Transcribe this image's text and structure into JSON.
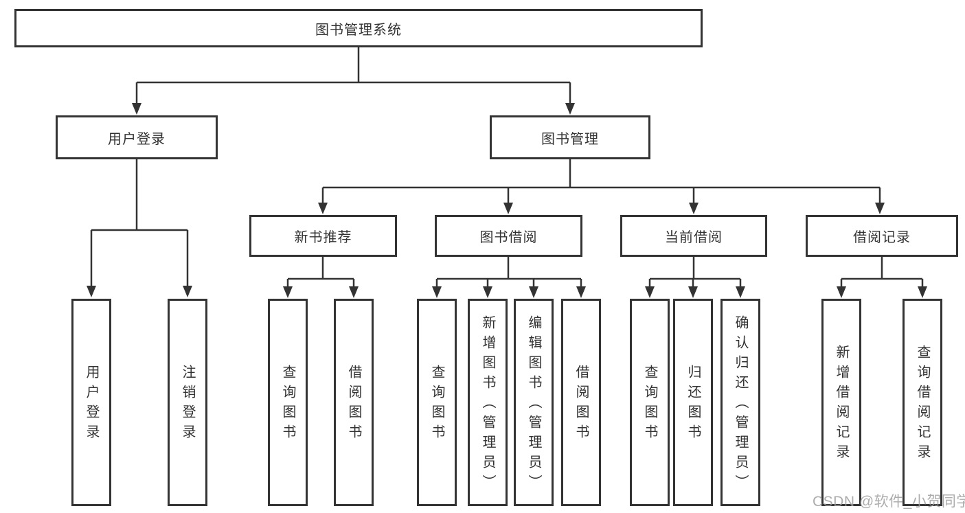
{
  "diagram": {
    "title": "图书管理系统",
    "level2": [
      {
        "label": "用户登录"
      },
      {
        "label": "图书管理"
      }
    ],
    "level3": [
      {
        "label": "新书推荐"
      },
      {
        "label": "图书借阅"
      },
      {
        "label": "当前借阅"
      },
      {
        "label": "借阅记录"
      }
    ],
    "leaves": {
      "user": [
        "用户登录",
        "注销登录"
      ],
      "recommend": [
        "查询图书",
        "借阅图书"
      ],
      "borrow": [
        "查询图书",
        "新增图书（管理员）",
        "编辑图书（管理员）",
        "借阅图书"
      ],
      "current": [
        "查询图书",
        "归还图书",
        "确认归还（管理员）"
      ],
      "records": [
        "新增借阅记录",
        "查询借阅记录"
      ]
    }
  },
  "watermark": {
    "text": "CSDN @软件_小贺同学"
  },
  "colors": {
    "line": "#333333",
    "box_border": "#333333",
    "text": "#333333",
    "background": "#ffffff",
    "watermark": "#9e9e9e"
  }
}
